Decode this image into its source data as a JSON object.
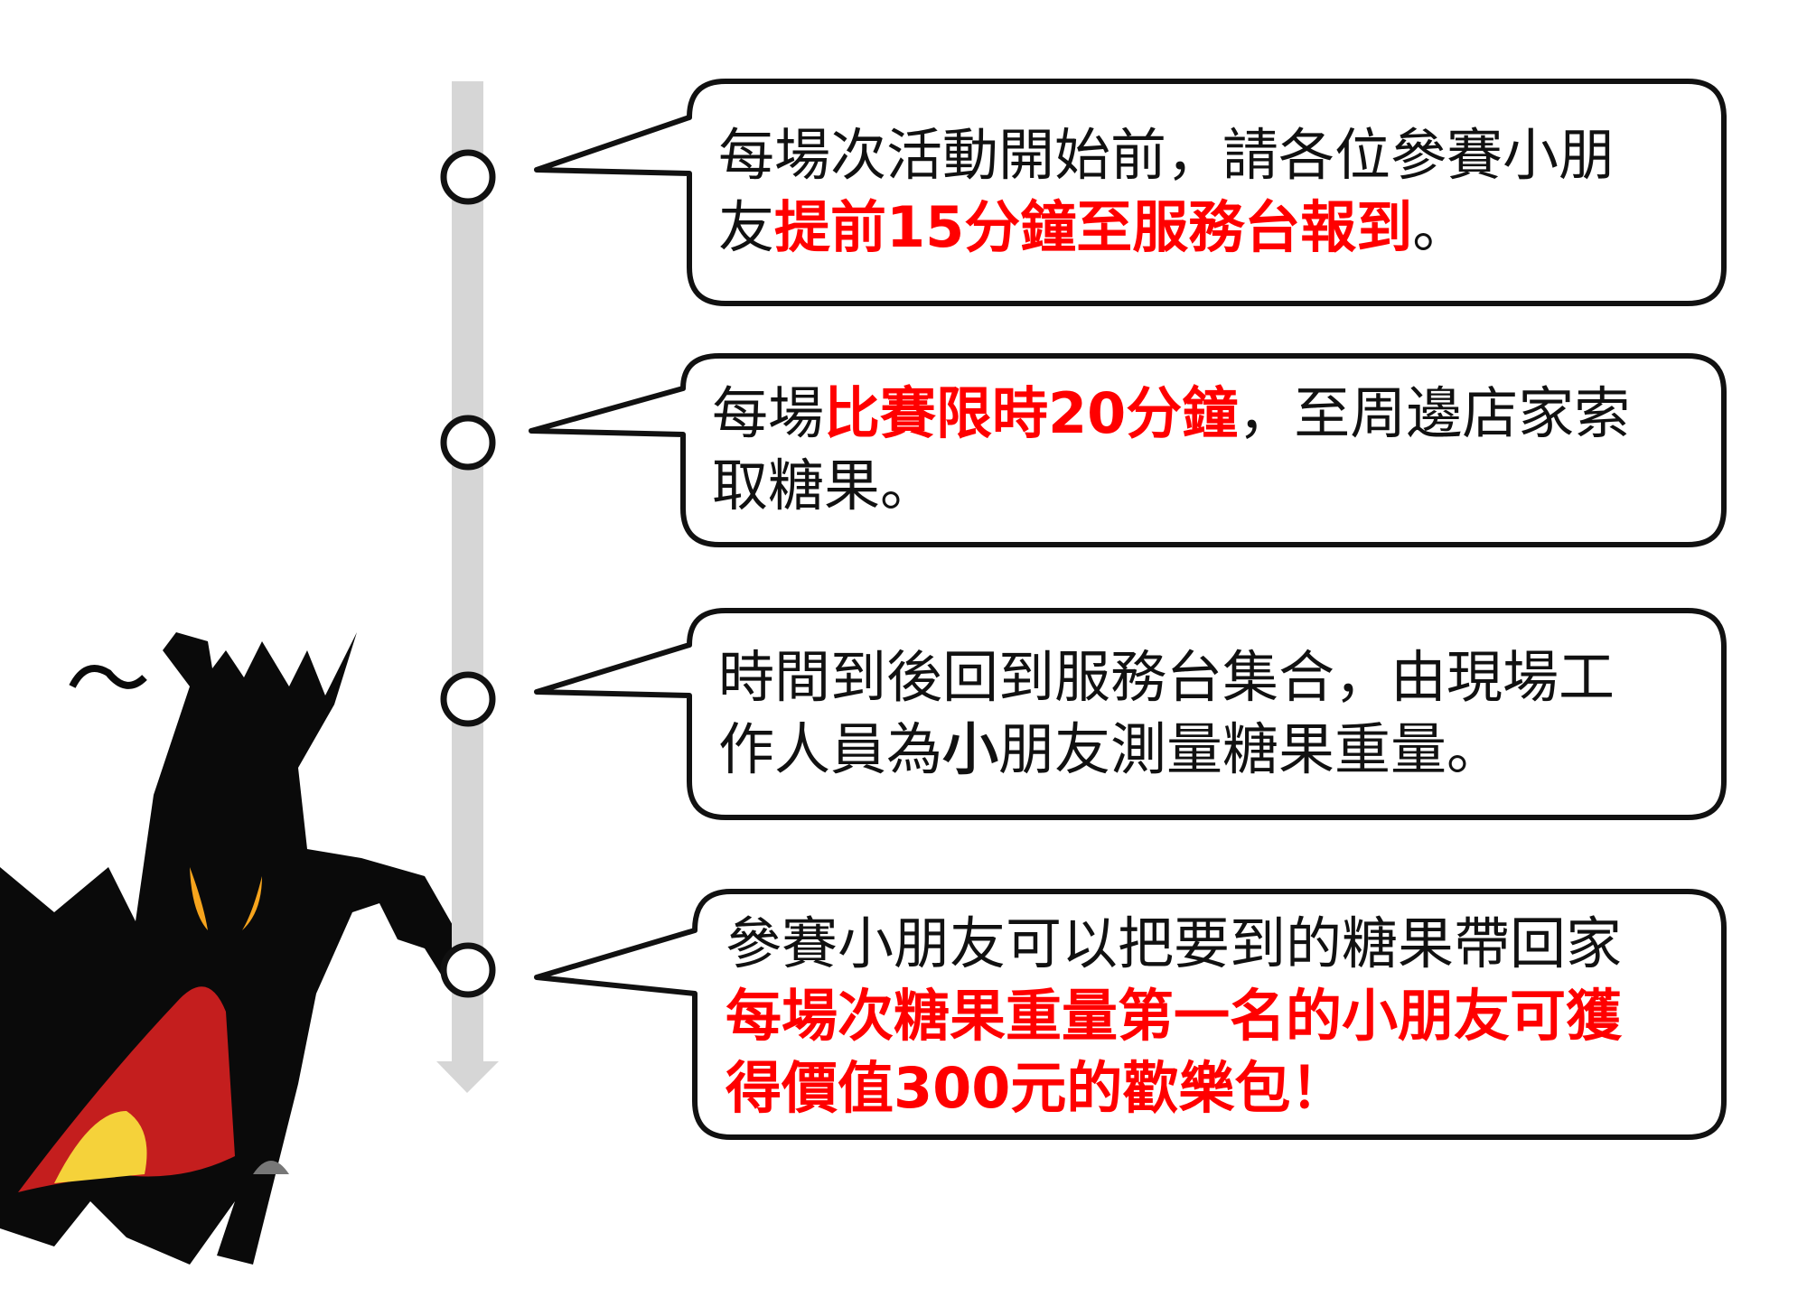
{
  "steps": [
    {
      "parts": [
        {
          "text": "每場次活動開始前，請各位參賽小朋",
          "style": "normal"
        },
        {
          "text": "友",
          "style": "normal",
          "newline": true
        },
        {
          "text": "提前15分鐘至服務台報到",
          "style": "red"
        },
        {
          "text": "。",
          "style": "normal"
        }
      ]
    },
    {
      "parts": [
        {
          "text": "每場",
          "style": "normal"
        },
        {
          "text": "比賽限時20分鐘",
          "style": "red"
        },
        {
          "text": "，至周邊店家索",
          "style": "normal"
        },
        {
          "text": "取糖果。",
          "style": "normal",
          "newline": true
        }
      ]
    },
    {
      "parts": [
        {
          "text": "時間到後回到服務台集合，由現場工",
          "style": "normal"
        },
        {
          "text": "作人員為",
          "style": "normal",
          "newline": true
        },
        {
          "text": "小",
          "style": "bold"
        },
        {
          "text": "朋友測量糖果重量。",
          "style": "normal"
        }
      ]
    },
    {
      "parts": [
        {
          "text": "參賽小朋友可以把要到的糖果帶回家",
          "style": "normal"
        },
        {
          "text": "每場次糖果重量第一名的小朋友可獲",
          "style": "red",
          "newline": true
        },
        {
          "text": "得價值300元的歡樂包！",
          "style": "red",
          "newline": true
        }
      ]
    }
  ],
  "colors": {
    "highlight": "#ff0000",
    "timeline": "#d6d6d6",
    "text": "#111111"
  }
}
